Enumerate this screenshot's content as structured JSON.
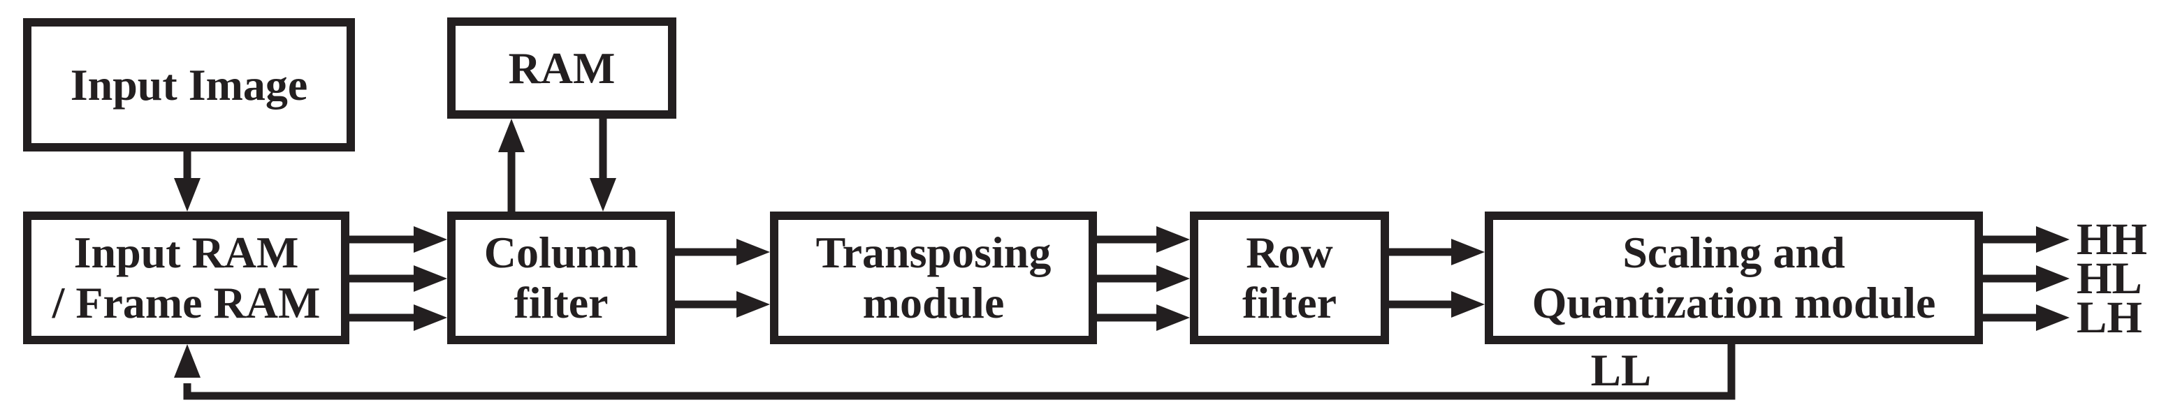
{
  "colors": {
    "ink": "#231f20",
    "background": "#ffffff"
  },
  "blocks": {
    "input_image": {
      "label": "Input Image"
    },
    "ram": {
      "label": "RAM"
    },
    "input_frame_ram": {
      "label": "Input RAM\n/ Frame RAM"
    },
    "column_filter": {
      "label": "Column\nfilter"
    },
    "transposing_module": {
      "label": "Transposing\nmodule"
    },
    "row_filter": {
      "label": "Row\nfilter"
    },
    "scaling_quantization": {
      "label": "Scaling and\nQuantization module"
    }
  },
  "outputs": {
    "hh": "HH",
    "hl": "HL",
    "lh": "LH"
  },
  "feedback": {
    "label": "LL"
  }
}
